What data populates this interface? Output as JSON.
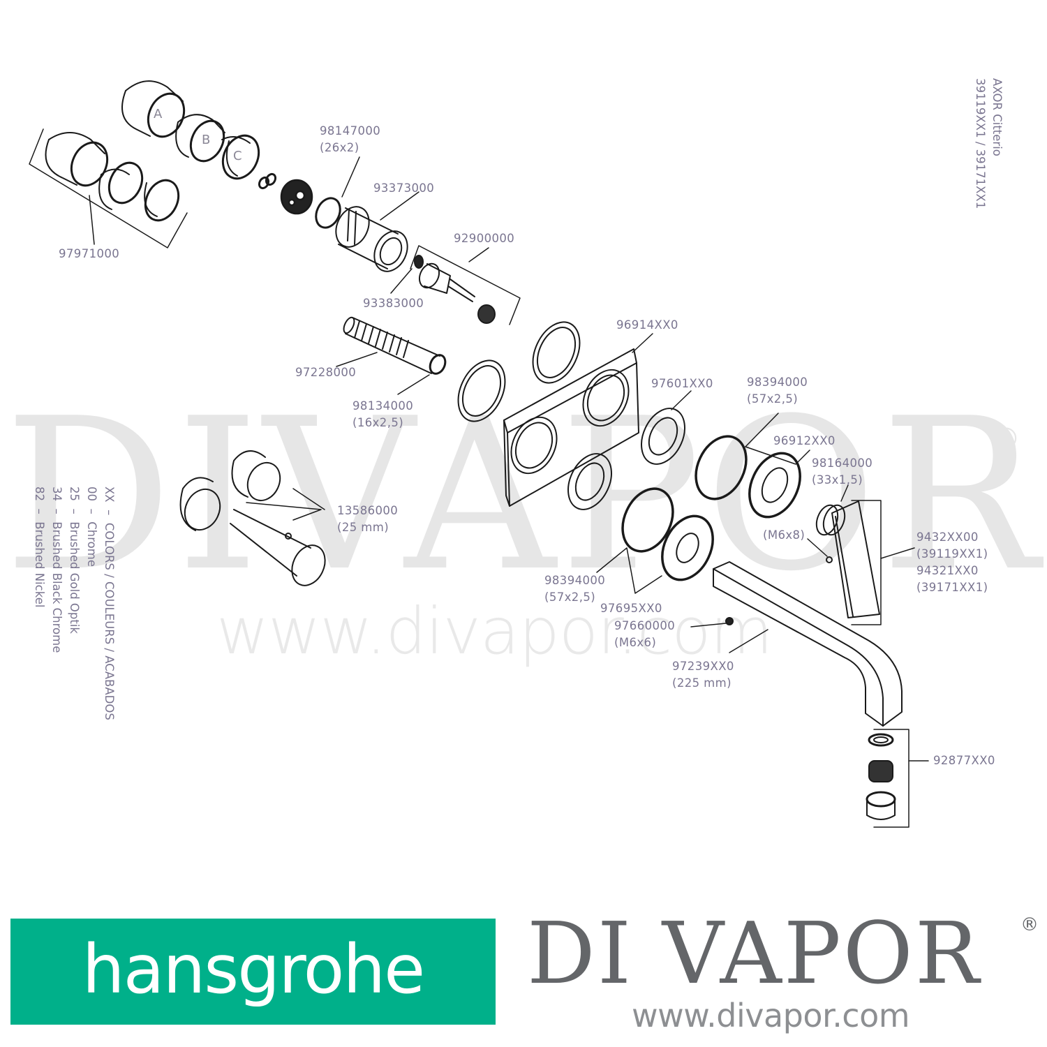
{
  "title": {
    "brand": "AXOR Citterio",
    "models": "39119XX1 / 39171XX1"
  },
  "watermark": {
    "text": "DIVAPOR",
    "registered": "®",
    "url": "www.divapor.com"
  },
  "colors": {
    "label_text": "#7a7590",
    "line_art": "#1a1a1a",
    "hansgrohe_green": "#00b08a",
    "divapor_grey": "#646669",
    "watermark_grey": "#e6e6e6"
  },
  "finish_legend": {
    "header": {
      "code": "XX",
      "dash": "–",
      "label": "COLORS / COULEURS / ACABADOS"
    },
    "items": [
      {
        "code": "00",
        "dash": "–",
        "label": "Chrome"
      },
      {
        "code": "25",
        "dash": "–",
        "label": "Brushed Gold Optik"
      },
      {
        "code": "34",
        "dash": "–",
        "label": "Brushed Black Chrome"
      },
      {
        "code": "82",
        "dash": "–",
        "label": "Brushed Nickel"
      }
    ]
  },
  "handle_letters": [
    "A",
    "B",
    "C"
  ],
  "parts": [
    {
      "id": "p97971000",
      "number": "97971000",
      "spec": ""
    },
    {
      "id": "p98147000",
      "number": "98147000",
      "spec": "(26x2)"
    },
    {
      "id": "p93373000",
      "number": "93373000",
      "spec": ""
    },
    {
      "id": "p92900000",
      "number": "92900000",
      "spec": ""
    },
    {
      "id": "p93383000",
      "number": "93383000",
      "spec": ""
    },
    {
      "id": "p97228000",
      "number": "97228000",
      "spec": ""
    },
    {
      "id": "p98134000",
      "number": "98134000",
      "spec": "(16x2,5)"
    },
    {
      "id": "p96914XX0",
      "number": "96914XX0",
      "spec": ""
    },
    {
      "id": "p97601XX0",
      "number": "97601XX0",
      "spec": ""
    },
    {
      "id": "p98394000a",
      "number": "98394000",
      "spec": "(57x2,5)"
    },
    {
      "id": "p96912XX0",
      "number": "96912XX0",
      "spec": ""
    },
    {
      "id": "p98164000",
      "number": "98164000",
      "spec": "(33x1,5)"
    },
    {
      "id": "pM6x8",
      "number": "",
      "spec": "(M6x8)"
    },
    {
      "id": "p9432XX00",
      "number": "9432XX00",
      "spec": "(39119XX1)",
      "number2": "94321XX0",
      "spec2": "(39171XX1)"
    },
    {
      "id": "p13586000",
      "number": "13586000",
      "spec": "(25 mm)"
    },
    {
      "id": "p98394000b",
      "number": "98394000",
      "spec": "(57x2,5)"
    },
    {
      "id": "p97695XX0",
      "number": "97695XX0",
      "spec": ""
    },
    {
      "id": "p97660000",
      "number": "97660000",
      "spec": "(M6x6)"
    },
    {
      "id": "p97239XX0",
      "number": "97239XX0",
      "spec": "(225 mm)"
    },
    {
      "id": "p92877XX0",
      "number": "92877XX0",
      "spec": ""
    }
  ],
  "footer": {
    "hansgrohe_logo": "hansgrohe",
    "divapor_logo": "DI VAPOR",
    "divapor_registered": "®",
    "divapor_url": "www.divapor.com"
  }
}
